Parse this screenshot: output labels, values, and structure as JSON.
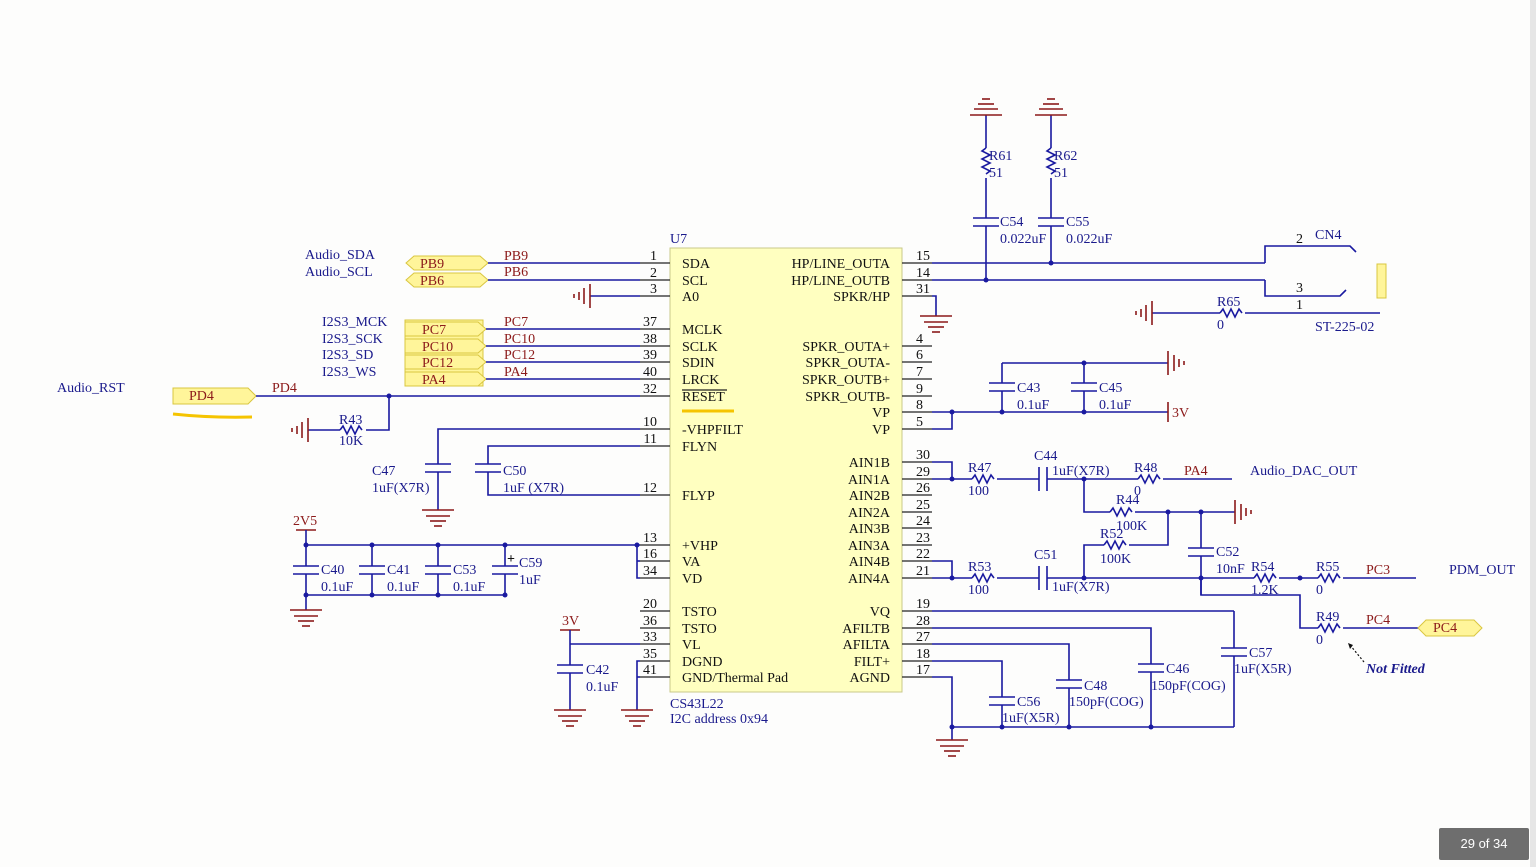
{
  "doc": {
    "page_indicator": "29 of 34"
  },
  "chip": {
    "ref": "U7",
    "part": "CS43L22",
    "note": "I2C address 0x94",
    "left_pins": [
      {
        "num": "1",
        "name": "SDA"
      },
      {
        "num": "2",
        "name": "SCL"
      },
      {
        "num": "3",
        "name": "A0"
      },
      {
        "num": "37",
        "name": "MCLK"
      },
      {
        "num": "38",
        "name": "SCLK"
      },
      {
        "num": "39",
        "name": "SDIN"
      },
      {
        "num": "40",
        "name": "LRCK"
      },
      {
        "num": "32",
        "name": "RESET"
      },
      {
        "num": "10",
        "name": "-VHPFILT"
      },
      {
        "num": "11",
        "name": "FLYN"
      },
      {
        "num": "12",
        "name": "FLYP"
      },
      {
        "num": "13",
        "name": "+VHP"
      },
      {
        "num": "16",
        "name": "VA"
      },
      {
        "num": "34",
        "name": "VD"
      },
      {
        "num": "20",
        "name": "TSTO"
      },
      {
        "num": "36",
        "name": "TSTO"
      },
      {
        "num": "33",
        "name": "VL"
      },
      {
        "num": "35",
        "name": "DGND"
      },
      {
        "num": "41",
        "name": "GND/Thermal Pad"
      }
    ],
    "right_pins": [
      {
        "num": "15",
        "name": "HP/LINE_OUTA"
      },
      {
        "num": "14",
        "name": "HP/LINE_OUTB"
      },
      {
        "num": "31",
        "name": "SPKR/HP"
      },
      {
        "num": "4",
        "name": "SPKR_OUTA+"
      },
      {
        "num": "6",
        "name": "SPKR_OUTA-"
      },
      {
        "num": "7",
        "name": "SPKR_OUTB+"
      },
      {
        "num": "9",
        "name": "SPKR_OUTB-"
      },
      {
        "num": "8",
        "name": "VP"
      },
      {
        "num": "5",
        "name": "VP"
      },
      {
        "num": "30",
        "name": "AIN1B"
      },
      {
        "num": "29",
        "name": "AIN1A"
      },
      {
        "num": "26",
        "name": "AIN2B"
      },
      {
        "num": "25",
        "name": "AIN2A"
      },
      {
        "num": "24",
        "name": "AIN3B"
      },
      {
        "num": "23",
        "name": "AIN3A"
      },
      {
        "num": "22",
        "name": "AIN4B"
      },
      {
        "num": "21",
        "name": "AIN4A"
      },
      {
        "num": "19",
        "name": "VQ"
      },
      {
        "num": "28",
        "name": "AFILTB"
      },
      {
        "num": "27",
        "name": "AFILTA"
      },
      {
        "num": "18",
        "name": "FILT+"
      },
      {
        "num": "17",
        "name": "AGND"
      }
    ]
  },
  "signals": {
    "audio_sda": "Audio_SDA",
    "audio_scl": "Audio_SCL",
    "i2s_mck": "I2S3_MCK",
    "i2s_sck": "I2S3_SCK",
    "i2s_sd": "I2S3_SD",
    "i2s_ws": "I2S3_WS",
    "audio_rst": "Audio_RST",
    "audio_dac_out": "Audio_DAC_OUT",
    "pdm_out": "PDM_OUT"
  },
  "ports": {
    "pb9": "PB9",
    "pb6": "PB6",
    "pc7": "PC7",
    "pc10": "PC10",
    "pc12": "PC12",
    "pa4": "PA4",
    "pd4": "PD4",
    "pc4": "PC4"
  },
  "nets": {
    "pb9": "PB9",
    "pb6": "PB6",
    "pc7": "PC7",
    "pc10": "PC10",
    "pc12": "PC12",
    "pa4": "PA4",
    "pd4": "PD4",
    "pa4_dac": "PA4",
    "pc3": "PC3",
    "pc4": "PC4",
    "v3": "3V",
    "v2v5": "2V5",
    "v3_vl": "3V"
  },
  "components": {
    "r61": {
      "ref": "R61",
      "val": "51"
    },
    "r62": {
      "ref": "R62",
      "val": "51"
    },
    "c54": {
      "ref": "C54",
      "val": "0.022uF"
    },
    "c55": {
      "ref": "C55",
      "val": "0.022uF"
    },
    "cn4": {
      "ref": "CN4",
      "val": "ST-225-02",
      "pin2": "2",
      "pin3": "3",
      "pin1": "1"
    },
    "r65": {
      "ref": "R65",
      "val": "0"
    },
    "c43": {
      "ref": "C43",
      "val": "0.1uF"
    },
    "c45": {
      "ref": "C45",
      "val": "0.1uF"
    },
    "r43": {
      "ref": "R43",
      "val": "10K"
    },
    "c47": {
      "ref": "C47",
      "val": "1uF(X7R)"
    },
    "c50": {
      "ref": "C50",
      "val": "1uF (X7R)"
    },
    "r47": {
      "ref": "R47",
      "val": "100"
    },
    "c44": {
      "ref": "C44",
      "val": "1uF(X7R)"
    },
    "r48": {
      "ref": "R48",
      "val": "0"
    },
    "r44": {
      "ref": "R44",
      "val": "100K"
    },
    "r52": {
      "ref": "R52",
      "val": "100K"
    },
    "c52": {
      "ref": "C52",
      "val": "10nF"
    },
    "r53": {
      "ref": "R53",
      "val": "100"
    },
    "c51": {
      "ref": "C51",
      "val": "1uF(X7R)"
    },
    "r54": {
      "ref": "R54",
      "val": "1.2K"
    },
    "r55": {
      "ref": "R55",
      "val": "0"
    },
    "r49": {
      "ref": "R49",
      "val": "0"
    },
    "c40": {
      "ref": "C40",
      "val": "0.1uF"
    },
    "c41": {
      "ref": "C41",
      "val": "0.1uF"
    },
    "c53": {
      "ref": "C53",
      "val": "0.1uF"
    },
    "c59": {
      "ref": "C59",
      "val": "1uF"
    },
    "c42": {
      "ref": "C42",
      "val": "0.1uF"
    },
    "c56": {
      "ref": "C56",
      "val": "1uF(X5R)"
    },
    "c48": {
      "ref": "C48",
      "val": "150pF(COG)"
    },
    "c46": {
      "ref": "C46",
      "val": "150pF(COG)"
    },
    "c57": {
      "ref": "C57",
      "val": "1uF(X5R)"
    }
  },
  "annotations": {
    "not_fitted": "Not Fitted"
  },
  "colors": {
    "wire": "#1a1aa0",
    "power": "#8c1a1a",
    "chip_fill": "#ffffc0",
    "port_fill": "#fff59a",
    "highlight": "#f5c400"
  }
}
